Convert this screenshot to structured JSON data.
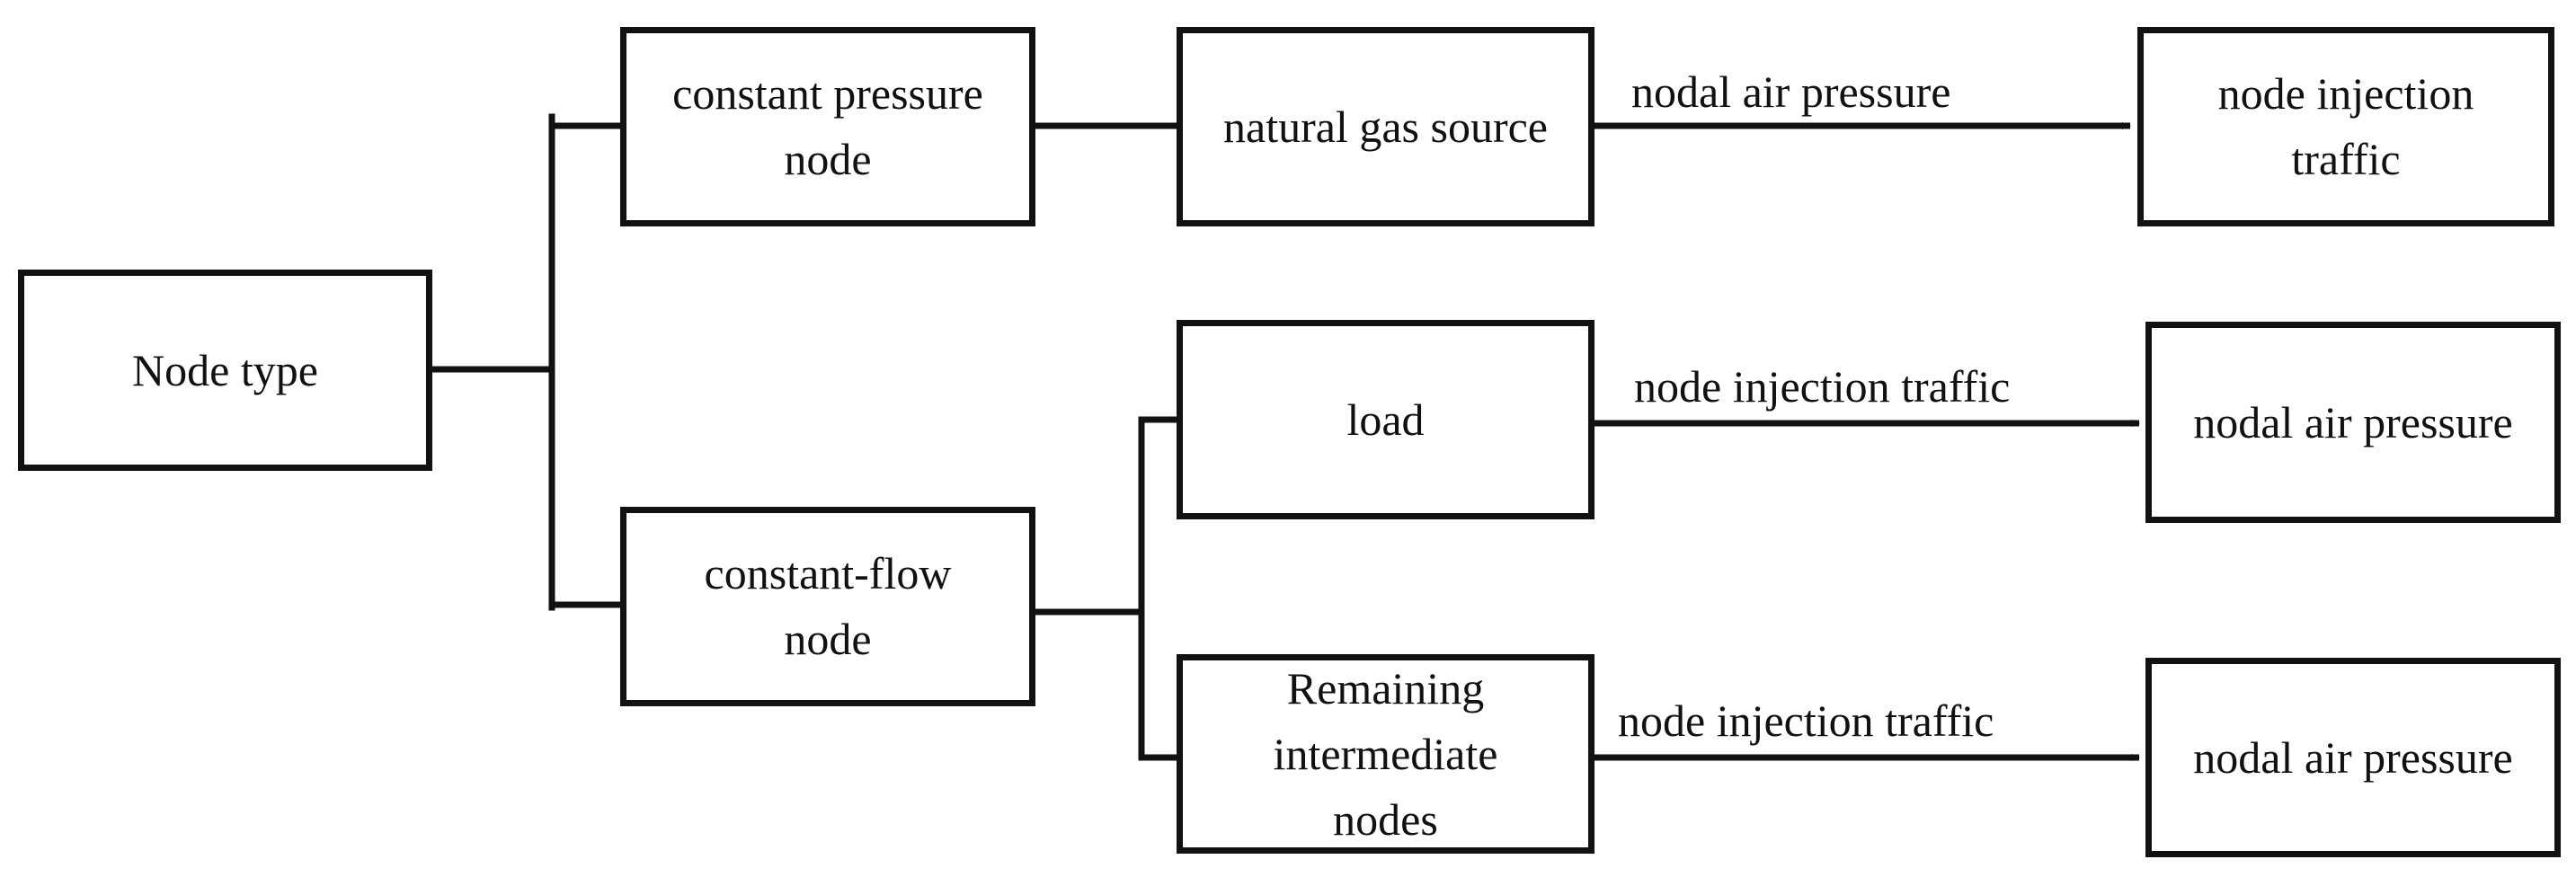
{
  "nodes": {
    "node_type": "Node type",
    "constant_pressure": "constant pressure\nnode",
    "constant_flow": "constant-flow\nnode",
    "gas_source": "natural gas source",
    "load": "load",
    "remaining": "Remaining\nintermediate\nnodes",
    "out_top": "node injection\ntraffic",
    "out_mid": "nodal air pressure",
    "out_bottom": "nodal air pressure"
  },
  "edges": {
    "top": "nodal air pressure",
    "mid": "node injection traffic",
    "bottom": "node injection traffic"
  },
  "colors": {
    "line": "#111111",
    "background": "#ffffff"
  }
}
